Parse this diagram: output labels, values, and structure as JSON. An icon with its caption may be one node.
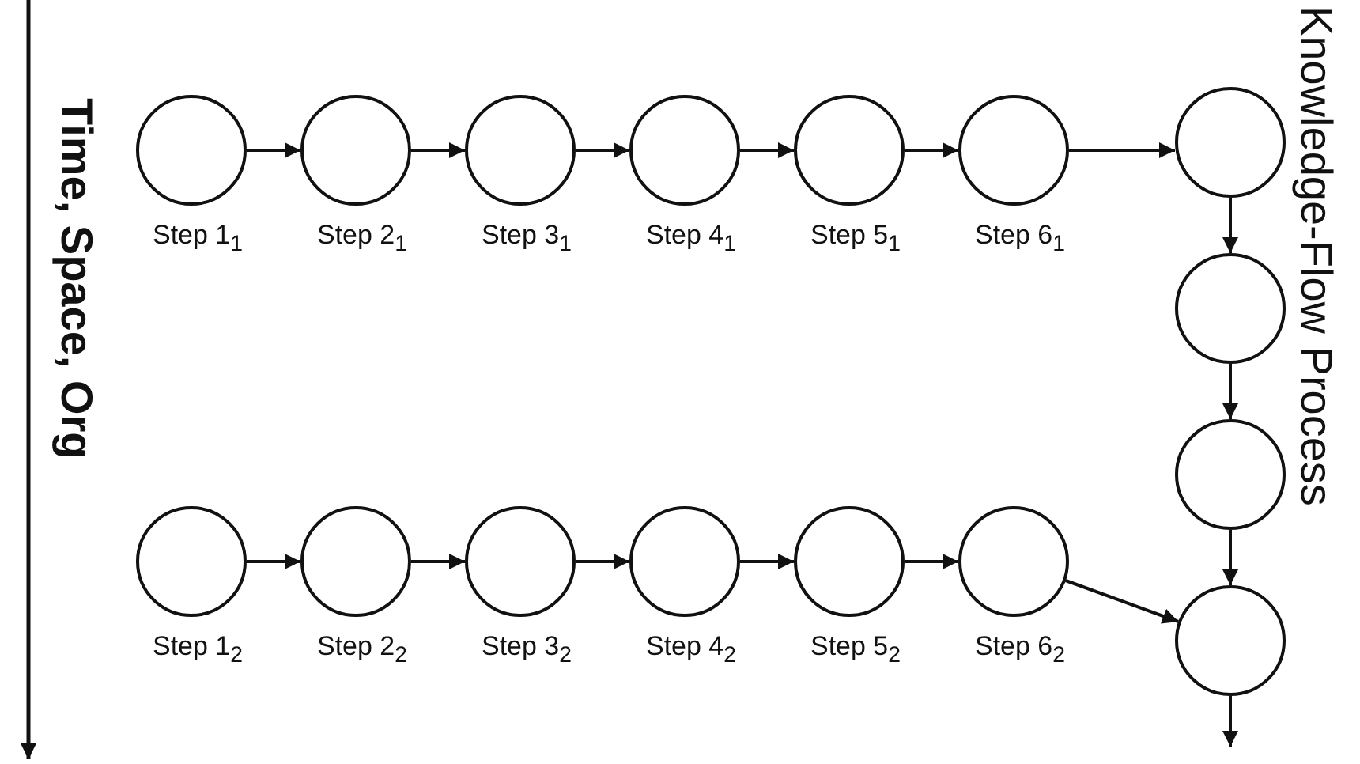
{
  "diagram": {
    "nodes": [
      {
        "text": [],
        "shape": "circle",
        "beside": [
          "Step 1$_{1}$"
        ]
      },
      {
        "text": [],
        "shape": "circle",
        "beside": [
          "Step 2$_{1}$"
        ]
      },
      {
        "text": [],
        "shape": "circle",
        "beside": [
          "Step 3$_{1}$"
        ]
      },
      {
        "text": [],
        "shape": "circle",
        "beside": [
          "Step 4$_{1}$"
        ]
      },
      {
        "text": [],
        "shape": "circle",
        "beside": [
          "Step 5$_{1}$"
        ]
      },
      {
        "text": [],
        "shape": "circle",
        "beside": [
          "Step 6$_{1}$"
        ]
      },
      {
        "text": [],
        "shape": "circle",
        "beside": [
          "Step 1$_{2}$"
        ]
      },
      {
        "text": [],
        "shape": "circle",
        "beside": [
          "Step 2$_{2}$"
        ]
      },
      {
        "text": [],
        "shape": "circle",
        "beside": [
          "Step 3$_{2}$"
        ]
      },
      {
        "text": [],
        "shape": "circle",
        "beside": [
          "Step 4$_{2}$"
        ]
      },
      {
        "text": [],
        "shape": "circle",
        "beside": [
          "Step 5$_{2}$"
        ]
      },
      {
        "text": [],
        "shape": "circle",
        "beside": [
          "Step 6$_{2}$"
        ]
      },
      {
        "text": [],
        "shape": "circle"
      },
      {
        "text": [],
        "shape": "circle"
      },
      {
        "text": [],
        "shape": "circle"
      },
      {
        "text": [],
        "shape": "circle"
      }
    ],
    "edges": [
      {
        "from": 0,
        "to": 1,
        "arrow": "to"
      },
      {
        "from": 1,
        "to": 2,
        "arrow": "to"
      },
      {
        "from": 2,
        "to": 3,
        "arrow": "to"
      },
      {
        "from": 3,
        "to": 4,
        "arrow": "to"
      },
      {
        "from": 4,
        "to": 5,
        "arrow": "to"
      },
      {
        "from": 5,
        "to": 12,
        "arrow": "to"
      },
      {
        "from": 6,
        "to": 7,
        "arrow": "to"
      },
      {
        "from": 7,
        "to": 8,
        "arrow": "to"
      },
      {
        "from": 8,
        "to": 9,
        "arrow": "to"
      },
      {
        "from": 9,
        "to": 10,
        "arrow": "to"
      },
      {
        "from": 10,
        "to": 11,
        "arrow": "to"
      },
      {
        "from": 11,
        "to": 15,
        "arrow": "to"
      },
      {
        "from": 12,
        "to": 13,
        "arrow": "to"
      },
      {
        "from": 13,
        "to": 14,
        "arrow": "to"
      },
      {
        "from": 14,
        "to": 15,
        "arrow": "to"
      },
      {
        "from": 15,
        "to": null,
        "arrow": "to"
      }
    ],
    "labels": [
      "Time, Space, Org",
      "Knowledge-Flow Process"
    ]
  }
}
